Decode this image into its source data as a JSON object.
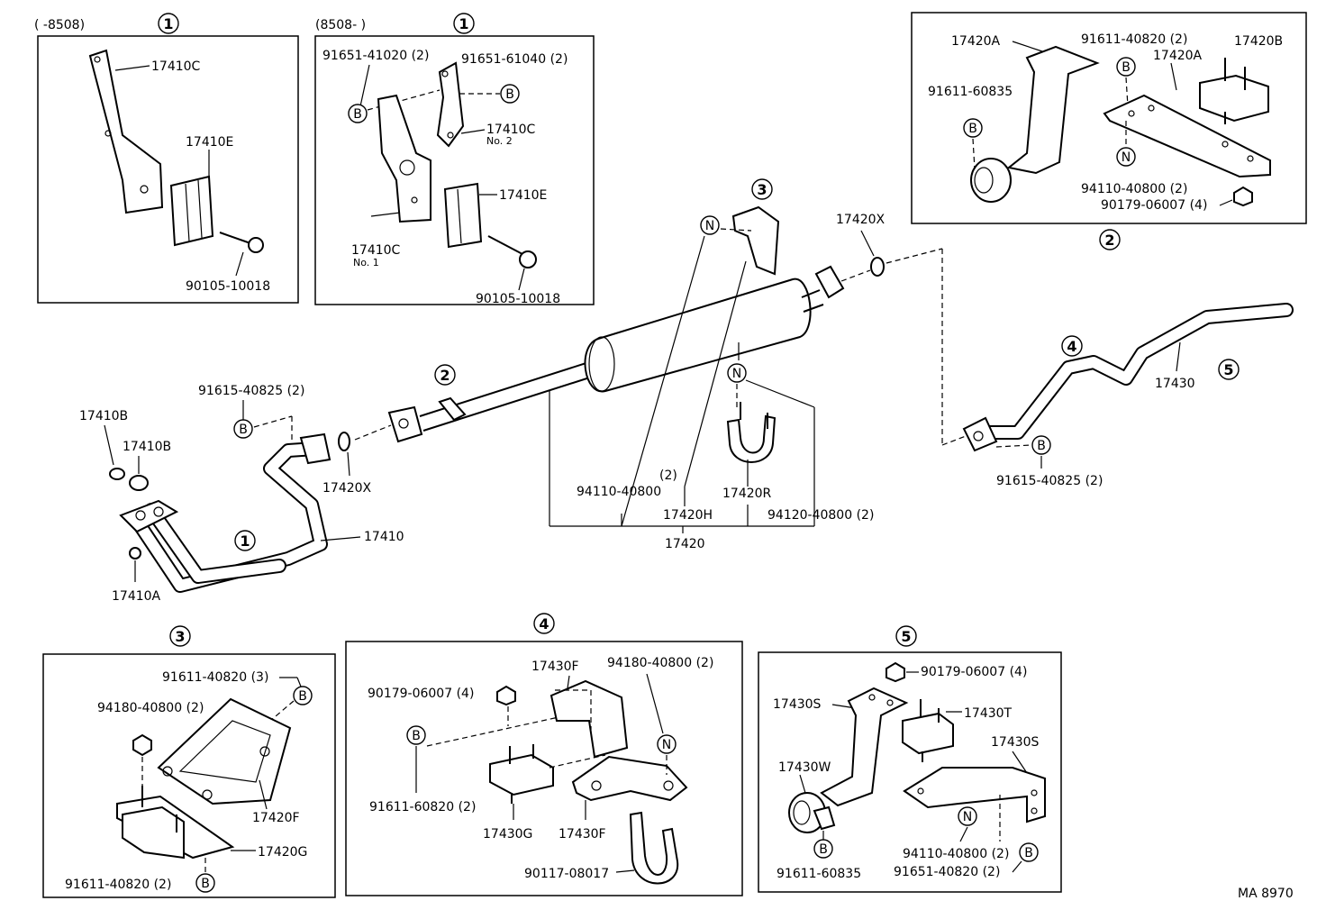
{
  "image_ref": "MA 8970",
  "callout_numbers": [
    "1",
    "2",
    "3",
    "4",
    "5"
  ],
  "reference_letters": {
    "bolt": "B",
    "nut": "N"
  },
  "box1a": {
    "range": "(      -8508)",
    "parts": [
      "17410C",
      "17410E",
      "90105-10018"
    ]
  },
  "box1b": {
    "range": "(8508-        )",
    "parts": [
      "91651-41020 (2)",
      "91651-61040 (2)",
      "17410C",
      "No. 2",
      "17410E",
      "17410C",
      "No. 1",
      "90105-10018"
    ]
  },
  "box2": {
    "parts": [
      "17420A",
      "91611-40820 (2)",
      "17420B",
      "17420A",
      "91611-60835",
      "94110-40800 (2)",
      "90179-06007 (4)"
    ]
  },
  "main": {
    "parts": [
      "91615-40825 (2)",
      "17410B",
      "17410B",
      "17420X",
      "17410",
      "17410A",
      "94110-40800",
      "(2)",
      "17420H",
      "17420R",
      "94120-40800 (2)",
      "17420",
      "17420X",
      "17430",
      "91615-40825 (2)"
    ]
  },
  "box3": {
    "parts": [
      "91611-40820 (3)",
      "94180-40800 (2)",
      "17420F",
      "17420G",
      "91611-40820 (2)"
    ]
  },
  "box4": {
    "parts": [
      "17430F",
      "94180-40800 (2)",
      "90179-06007 (4)",
      "91611-60820 (2)",
      "17430G",
      "17430F",
      "90117-08017"
    ]
  },
  "box5": {
    "parts": [
      "90179-06007 (4)",
      "17430S",
      "17430T",
      "17430S",
      "17430W",
      "94110-40800 (2)",
      "91651-40820 (2)",
      "91611-60835"
    ]
  }
}
